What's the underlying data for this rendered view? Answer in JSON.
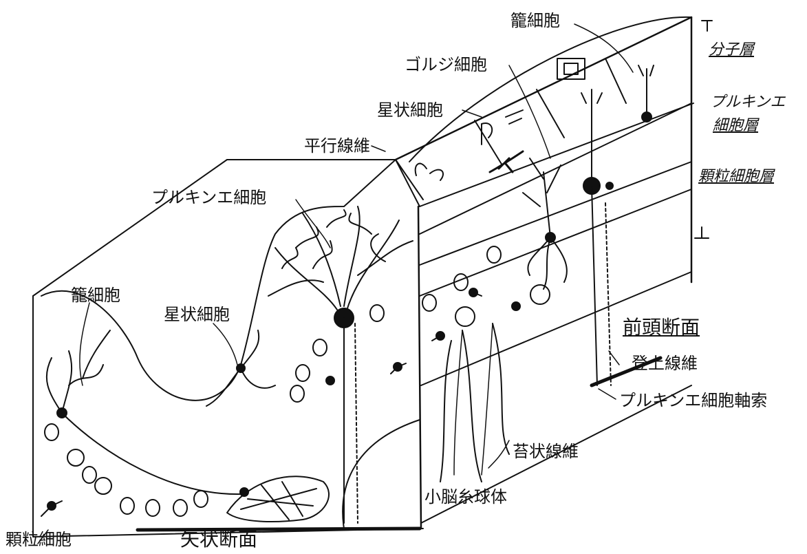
{
  "labels": {
    "basket_cell_top": "籠細胞",
    "golgi_cell": "ゴルジ細胞",
    "stellate_cell_top": "星状細胞",
    "parallel_fiber": "平行線維",
    "purkinje_cell": "プルキンエ細胞",
    "basket_cell_left": "籠細胞",
    "stellate_cell_mid": "星状細胞",
    "frontal_section": "前頭断面",
    "climbing_fiber": "登上線維",
    "purkinje_axon": "プルキンエ細胞軸索",
    "mossy_fiber": "苔状線維",
    "glomerulus": "小脳糸球体",
    "granule_cell": "顆粒細胞",
    "sagittal_section": "矢状断面"
  },
  "layers": {
    "molecular": "分子層",
    "purkinje_line1": "プルキンエ",
    "purkinje_line2": "細胞層",
    "granular": "顆粒細胞層"
  },
  "colors": {
    "ink": "#111111",
    "paper": "#ffffff"
  }
}
